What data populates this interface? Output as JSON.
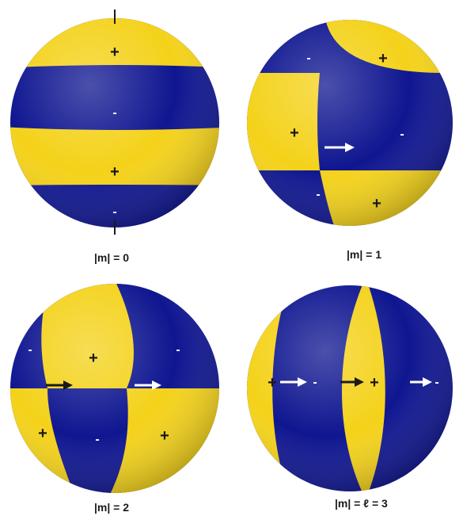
{
  "colors": {
    "blue": "#0f1690",
    "yellow": "#f4d21a",
    "sign_on_yellow": "#1a1a1a",
    "sign_on_blue": "#ffffff",
    "arrow": "#ffffff"
  },
  "panels": [
    {
      "caption": "|m| = 0",
      "pattern": "zonal",
      "signs": [
        "+",
        "-",
        "+",
        "-"
      ]
    },
    {
      "caption": "|m| = 1",
      "pattern": "tesseral",
      "signs": [
        "-",
        "+",
        "+",
        "-",
        "-",
        "+"
      ]
    },
    {
      "caption": "|m| = 2",
      "pattern": "tesseral",
      "signs": [
        "-",
        "+",
        "-",
        "+",
        "-",
        "+"
      ]
    },
    {
      "caption": "|m| = ℓ = 3",
      "pattern": "sectoral",
      "signs": [
        "+",
        "-",
        "+",
        "-"
      ]
    }
  ]
}
